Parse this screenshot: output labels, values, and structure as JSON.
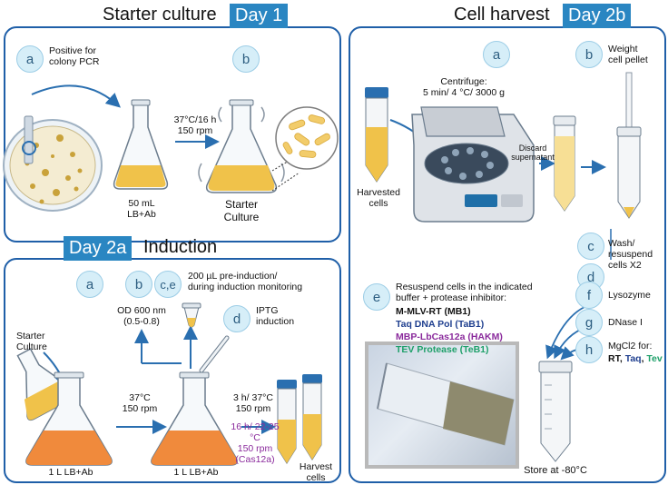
{
  "sections": {
    "starter": {
      "title": "Starter culture",
      "day": "Day 1"
    },
    "harvest": {
      "title": "Cell harvest",
      "day": "Day 2b"
    },
    "induction": {
      "title": "Induction",
      "day": "Day 2a"
    }
  },
  "steps": {
    "d1a": "a",
    "d1b": "b",
    "d2a_a": "a",
    "d2a_b": "b",
    "d2a_ce": "c,e",
    "d2a_d": "d",
    "d2b_a": "a",
    "d2b_b": "b",
    "d2b_c": "c",
    "d2b_d": "d",
    "d2b_e": "e",
    "d2b_f": "f",
    "d2b_g": "g",
    "d2b_h": "h"
  },
  "day1": {
    "positive_pcr": "Positive for\ncolony PCR",
    "flask_label": "50 mL\nLB+Ab",
    "incubation": "37°C/16 h\n150 rpm",
    "starter_label": "Starter\nCulture"
  },
  "day2a": {
    "starter_culture": "Starter\nCulture",
    "od": "OD 600 nm\n(0.5-0.8)",
    "sampling": "200 µL pre-induction/\nduring induction monitoring",
    "iptg": "IPTG\ninduction",
    "growth": "37°C\n150 rpm",
    "flask1": "1 L LB+Ab",
    "flask2": "1 L LB+Ab",
    "induction_std": "3 h/ 37°C\n150 rpm",
    "induction_cas": "16 h/ 22-25 °C\n150 rpm\n(Cas12a)",
    "harvest_cells": "Harvest\ncells"
  },
  "day2b": {
    "harvested_cells": "Harvested\ncells",
    "centrifuge": "Centrifuge:\n5 min/ 4 °C/ 3000 g",
    "discard": "Discard\nsupernatant",
    "weight": "Weight\ncell pellet",
    "wash": "Wash/\nresuspend\ncells X2",
    "resuspend": "Resuspend cells in the indicated\nbuffer + protease inhibitor:",
    "buffers": [
      {
        "name": "M-MLV-RT (MB1)",
        "color": "#111111"
      },
      {
        "name": "Taq DNA Pol (TaB1)",
        "color": "#1f3f8f"
      },
      {
        "name": "MBP-LbCas12a (HAKM)",
        "color": "#8a2a9c"
      },
      {
        "name": "TEV Protease (TeB1)",
        "color": "#1fa06a"
      }
    ],
    "lysozyme": "Lysozyme",
    "dnase": "DNase I",
    "mgcl2": "MgCl2 for:",
    "mg_rt": "RT",
    "mg_sep1": ", ",
    "mg_taq": "Taq",
    "mg_sep2": ", ",
    "mg_tev": "Tev",
    "store": "Store at -80°C"
  },
  "colors": {
    "accent": "#2a86c2",
    "border": "#1f5fa8",
    "yellow_culture": "#f0c24a",
    "orange_culture": "#f08a3c",
    "purple": "#8a2a9c",
    "green": "#1fa06a"
  }
}
